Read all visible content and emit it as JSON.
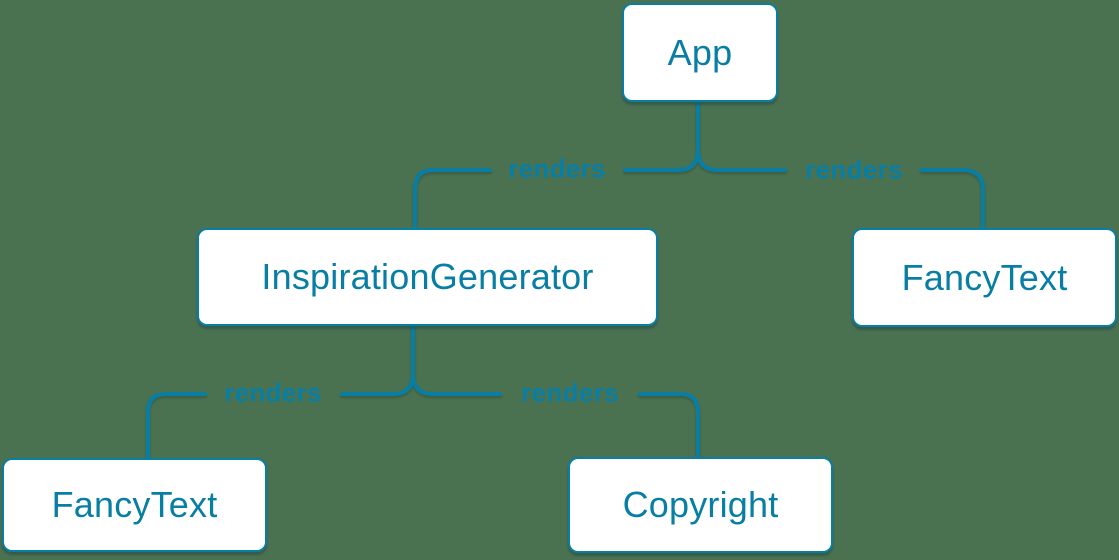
{
  "colors": {
    "background": "#4A7250",
    "accent": "#087EA4",
    "node_fill": "#FFFFFF"
  },
  "diagram": {
    "type": "tree",
    "description": "React component render tree",
    "nodes": [
      {
        "id": "app",
        "label": "App"
      },
      {
        "id": "inspiration-generator",
        "label": "InspirationGenerator"
      },
      {
        "id": "fancy-text-top",
        "label": "FancyText"
      },
      {
        "id": "fancy-text-bottom",
        "label": "FancyText"
      },
      {
        "id": "copyright",
        "label": "Copyright"
      }
    ],
    "edges": [
      {
        "from": "App",
        "to": "InspirationGenerator",
        "label": "renders"
      },
      {
        "from": "App",
        "to": "FancyText",
        "label": "renders"
      },
      {
        "from": "InspirationGenerator",
        "to": "FancyText",
        "label": "renders"
      },
      {
        "from": "InspirationGenerator",
        "to": "Copyright",
        "label": "renders"
      }
    ]
  }
}
